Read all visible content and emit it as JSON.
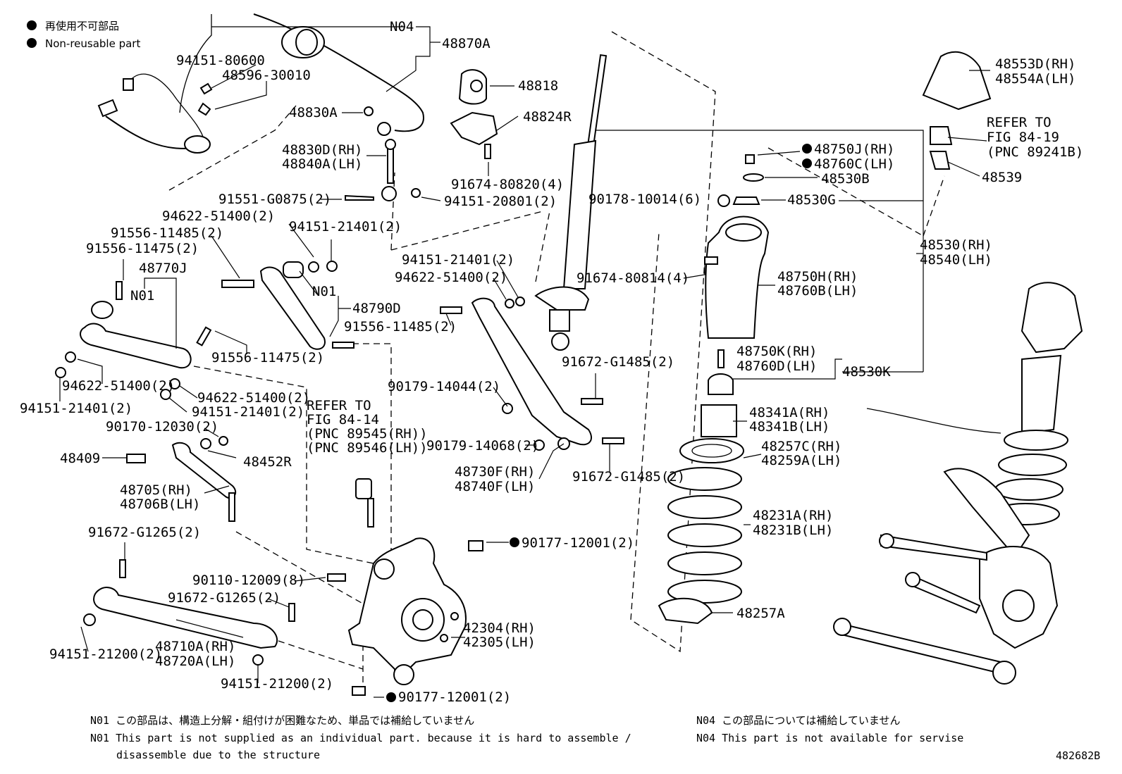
{
  "legend": {
    "jp": "再使用不可部品",
    "en": "Non-reusable part"
  },
  "labels": {
    "n04_top": "N04",
    "p48870A": "48870A",
    "p94151_80600": "94151-80600",
    "p48596_30010": "48596-30010",
    "p48818": "48818",
    "p48830A": "48830A",
    "p48824R": "48824R",
    "p48830D": "48830D(RH)",
    "p48840A": "48840A(LH)",
    "p91674_80820": "91674-80820(4)",
    "p91551_G0875": "91551-G0875(2)",
    "p94151_20801": "94151-20801(2)",
    "p94622_51400_a": "94622-51400(2)",
    "p94151_21401_a": "94151-21401(2)",
    "p91556_11485_a": "91556-11485(2)",
    "p91556_11475_a": "91556-11475(2)",
    "p48770J": "48770J",
    "n01_a": "N01",
    "n01_b": "N01",
    "p48790D": "48790D",
    "p91556_11475_b": "91556-11475(2)",
    "p94622_51400_b": "94622-51400(2)",
    "p94151_21401_b": "94151-21401(2)",
    "p94622_51400_c": "94622-51400(2)",
    "p94151_21401_c": "94151-21401(2)",
    "p90170_12030": "90170-12030(2)",
    "p48409": "48409",
    "p48452R": "48452R",
    "p48705": "48705(RH)",
    "p48706B": "48706B(LH)",
    "p91672_G1265_a": "91672-G1265(2)",
    "p90110_12009": "90110-12009(8)",
    "p91672_G1265_b": "91672-G1265(2)",
    "p48710A": "48710A(RH)",
    "p48720A": "48720A(LH)",
    "p94151_21200_a": "94151-21200(2)",
    "p94151_21200_b": "94151-21200(2)",
    "refer1": "REFER TO",
    "refer1b": "FIG 84-14",
    "refer1c": "(PNC 89545(RH))",
    "refer1d": "(PNC 89546(LH))",
    "p94151_21401_d": "94151-21401(2)",
    "p94622_51400_d": "94622-51400(2)",
    "p91556_11485_b": "91556-11485(2)",
    "p90179_14044": "90179-14044(2)",
    "p90179_14068": "90179-14068(2)",
    "p48730F": "48730F(RH)",
    "p48740F": "48740F(LH)",
    "p91672_G1485_a": "91672-G1485(2)",
    "p91672_G1485_b": "91672-G1485(2)",
    "p90177_12001_a": "90177-12001(2)",
    "p90177_12001_b": "90177-12001(2)",
    "p42304": "42304(RH)",
    "p42305": "42305(LH)",
    "p48553D": "48553D(RH)",
    "p48554A": "48554A(LH)",
    "refer2": "REFER TO",
    "refer2b": "FIG 84-19",
    "refer2c": "(PNC 89241B)",
    "p48539": "48539",
    "p48750J": "48750J(RH)",
    "p48760C": "48760C(LH)",
    "p48530B": "48530B",
    "p90178_10014": "90178-10014(6)",
    "p48530G": "48530G",
    "p48530RH": "48530(RH)",
    "p48540LH": "48540(LH)",
    "p91674_80814": "91674-80814(4)",
    "p48750H": "48750H(RH)",
    "p48760B": "48760B(LH)",
    "p48750K": "48750K(RH)",
    "p48760D": "48760D(LH)",
    "p48530K": "48530K",
    "p48341A": "48341A(RH)",
    "p48341B": "48341B(LH)",
    "p48257C": "48257C(RH)",
    "p48259A": "48259A(LH)",
    "p48231A": "48231A(RH)",
    "p48231B": "48231B(LH)",
    "p48257A": "48257A"
  },
  "notes": {
    "n01_jp": "N01 この部品は、構造上分解・組付けが困難なため、単品では補給していません",
    "n01_en1": "N01 This part is not supplied as an individual part. because it is hard to assemble /",
    "n01_en2": "disassemble due to the structure",
    "n04_jp": "N04 この部品については補給していません",
    "n04_en": "N04 This part is not available for servise"
  },
  "figure_id": "482682B"
}
